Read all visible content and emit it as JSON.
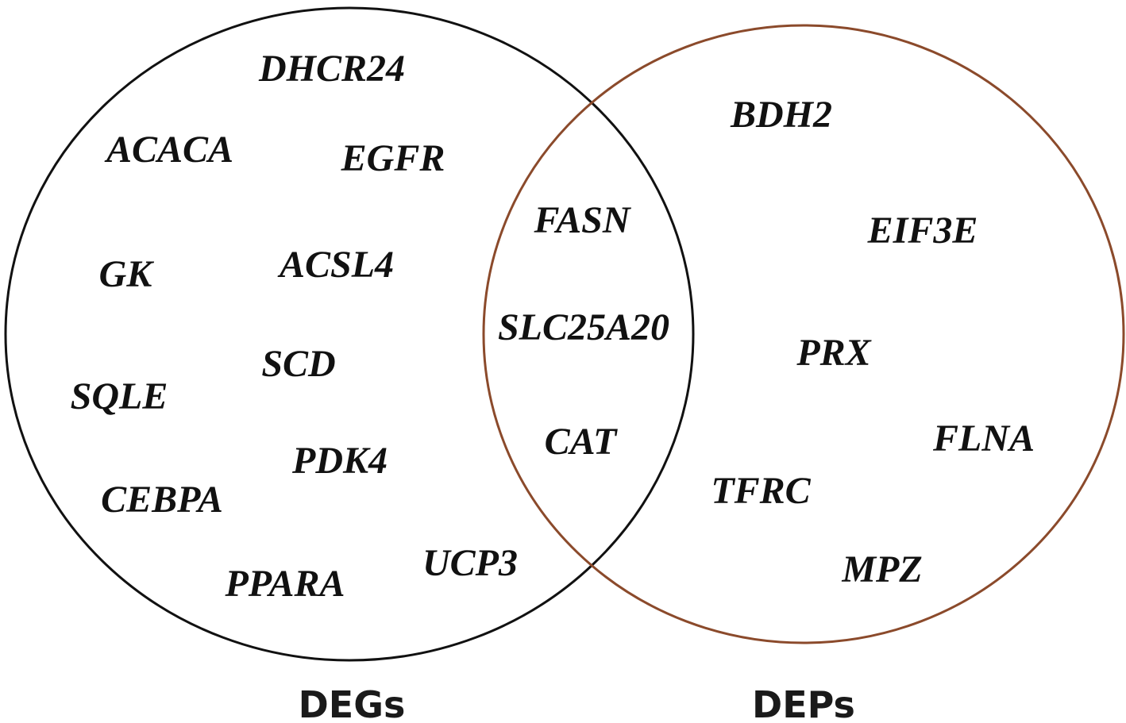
{
  "colors": {
    "degs_circle": "#111111",
    "deps_circle": "#8b4a2b",
    "text": "#111111"
  },
  "sets": {
    "degs": {
      "label": "DEGs",
      "only": [
        "DHCR24",
        "ACACA",
        "EGFR",
        "GK",
        "ACSL4",
        "SCD",
        "SQLE",
        "PDK4",
        "CEBPA",
        "PPARA",
        "UCP3"
      ]
    },
    "deps": {
      "label": "DEPs",
      "only": [
        "BDH2",
        "EIF3E",
        "PRX",
        "FLNA",
        "TFRC",
        "MPZ"
      ]
    },
    "shared": [
      "FASN",
      "SLC25A20",
      "CAT"
    ]
  }
}
